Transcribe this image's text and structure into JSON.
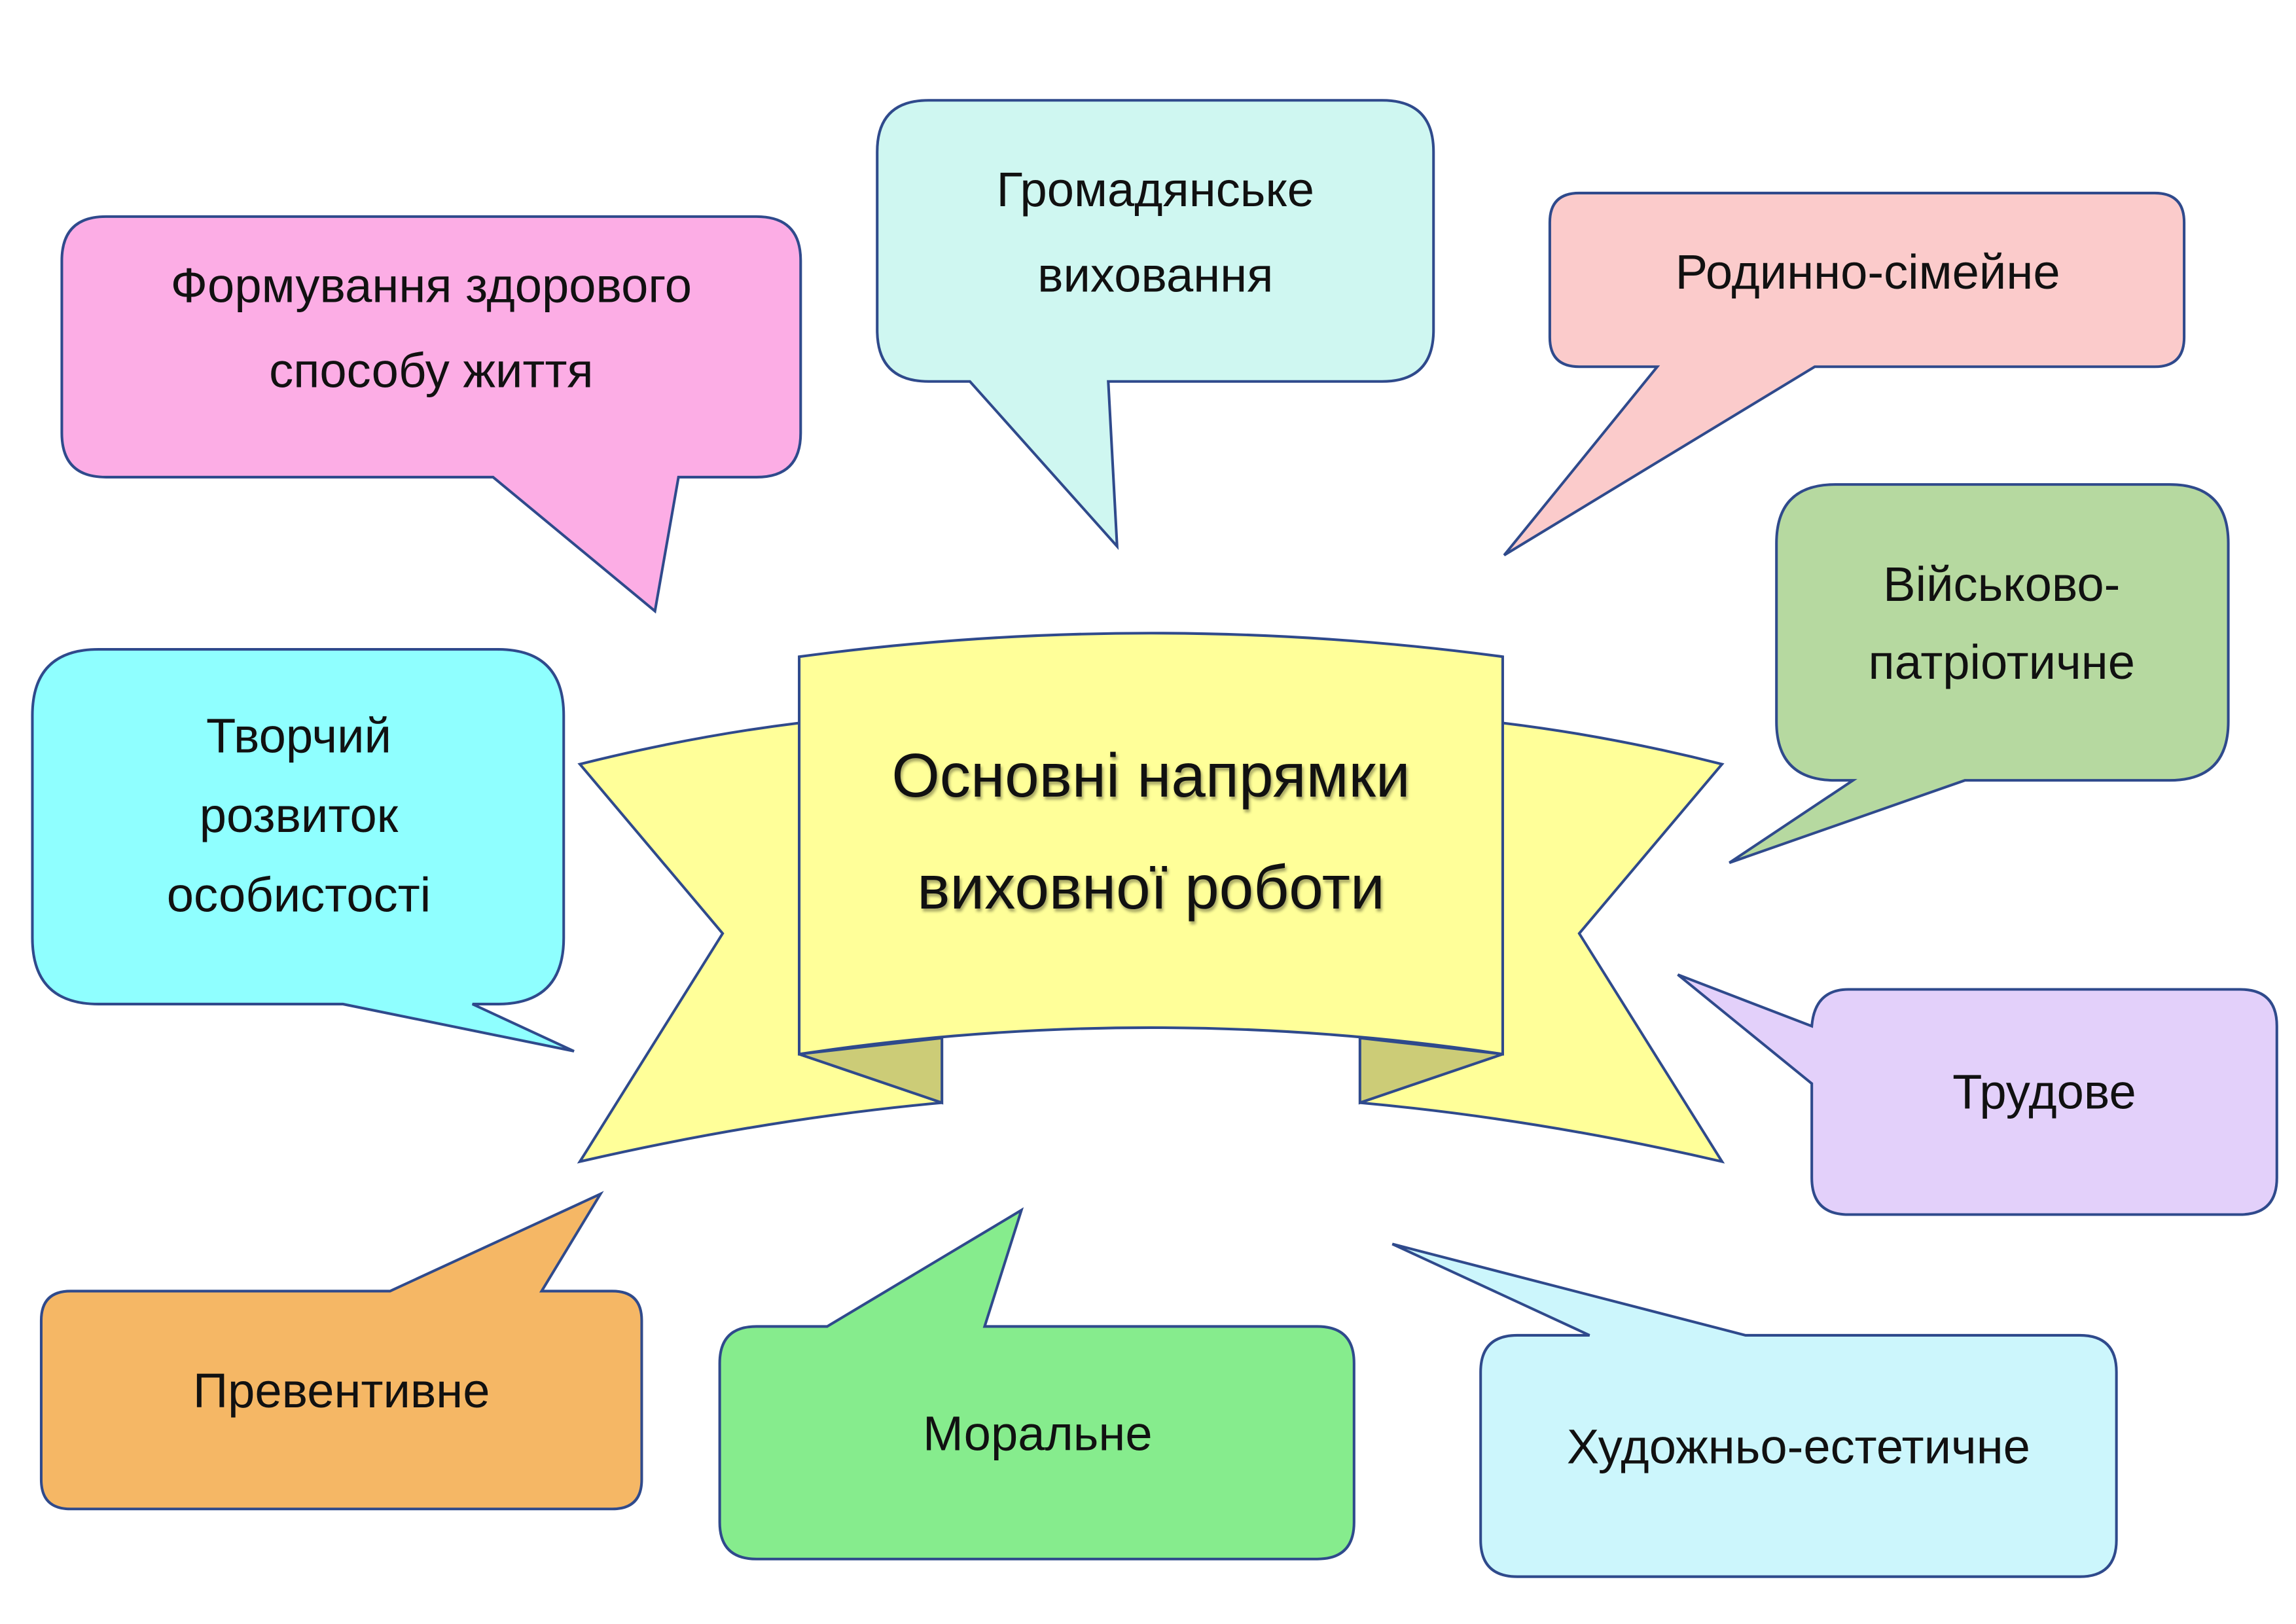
{
  "center": {
    "lines": [
      "Основні напрямки",
      "виховної роботи"
    ]
  },
  "callouts": [
    {
      "lines": [
        "Формування здорового",
        "способу життя"
      ],
      "color": "#FCADE5"
    },
    {
      "lines": [
        "Громадянське",
        "виховання"
      ],
      "color": "#CFF7F1"
    },
    {
      "lines": [
        "Родинно-сімейне"
      ],
      "color": "#FBCBCB"
    },
    {
      "lines": [
        "Військово-",
        "патріотичне"
      ],
      "color": "#B6D9A0"
    },
    {
      "lines": [
        "Творчий",
        "розвиток",
        "особистості"
      ],
      "color": "#8FFFFF"
    },
    {
      "lines": [
        "Трудове"
      ],
      "color": "#E3D0FA"
    },
    {
      "lines": [
        "Превентивне"
      ],
      "color": "#F5B765"
    },
    {
      "lines": [
        "Моральне"
      ],
      "color": "#86EC8D"
    },
    {
      "lines": [
        "Художньо-естетичне"
      ],
      "color": "#CCF6FC"
    }
  ],
  "colors": {
    "banner": "#FFFF99",
    "fold": "#CCCC77",
    "outline": "#2F4A8C"
  }
}
